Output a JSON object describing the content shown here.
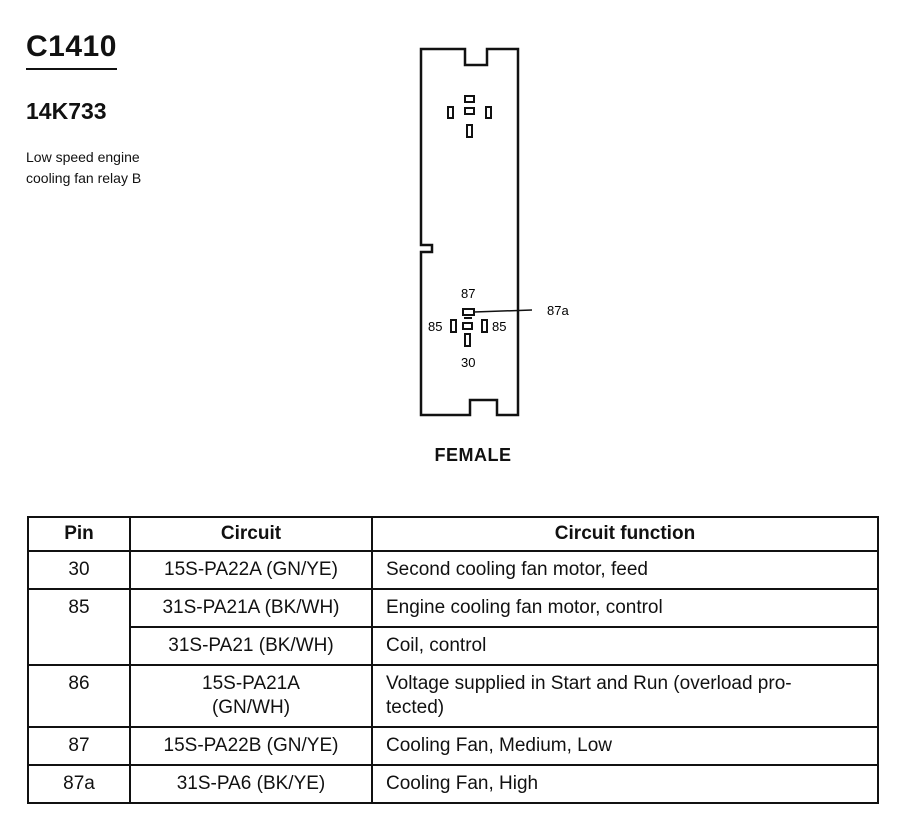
{
  "header": {
    "connector_id": "C1410",
    "part_number": "14K733",
    "description_lines": [
      "Low speed engine",
      "cooling fan relay B"
    ]
  },
  "diagram": {
    "view_label": "FEMALE",
    "pin_labels": {
      "top": "87",
      "right_callout": "87a",
      "left": "85",
      "right": "85",
      "bottom": "30"
    }
  },
  "table": {
    "headers": [
      "Pin",
      "Circuit",
      "Circuit function"
    ],
    "rows": [
      {
        "pin": "30",
        "circuits": [
          {
            "circuit": "15S-PA22A (GN/YE)",
            "function": "Second cooling fan motor, feed"
          }
        ]
      },
      {
        "pin": "85",
        "circuits": [
          {
            "circuit": "31S-PA21A (BK/WH)",
            "function": "Engine cooling fan motor, control"
          },
          {
            "circuit": "31S-PA21 (BK/WH)",
            "function": "Coil, control"
          }
        ]
      },
      {
        "pin": "86",
        "circuits": [
          {
            "circuit_line1": "15S-PA21A",
            "circuit_line2": "(GN/WH)",
            "function_line1": "Voltage supplied in Start and Run (overload pro-",
            "function_line2": "tected)"
          }
        ]
      },
      {
        "pin": "87",
        "circuits": [
          {
            "circuit": "15S-PA22B (GN/YE)",
            "function": "Cooling Fan, Medium, Low"
          }
        ]
      },
      {
        "pin": "87a",
        "circuits": [
          {
            "circuit": "31S-PA6 (BK/YE)",
            "function": "Cooling Fan, High"
          }
        ]
      }
    ]
  }
}
